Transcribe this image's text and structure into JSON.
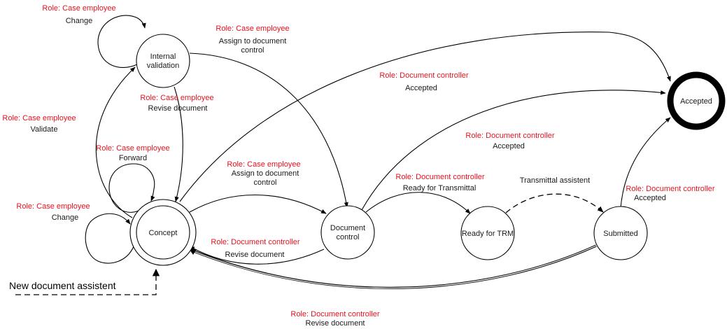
{
  "colors": {
    "role": "#e8121f",
    "text": "#1a1a1a",
    "line": "#000000"
  },
  "nodes": {
    "internal_validation": {
      "line1": "Internal",
      "line2": "validation"
    },
    "concept": {
      "label": "Concept",
      "type": "initial (double circle)"
    },
    "document_control": {
      "line1": "Document",
      "line2": "control"
    },
    "ready_for_trm": {
      "label": "Ready for TRM"
    },
    "submitted": {
      "label": "Submitted"
    },
    "accepted": {
      "label": "Accepted",
      "type": "final (thick circle)"
    }
  },
  "transitions": [
    {
      "id": "iv_change",
      "from": "Internal validation",
      "to": "Internal validation",
      "role": "Role: Case employee",
      "action": "Change"
    },
    {
      "id": "iv_to_dc",
      "from": "Internal validation",
      "to": "Document control",
      "role": "Role: Case employee",
      "action_line1": "Assign to document",
      "action_line2": "control"
    },
    {
      "id": "iv_to_concept",
      "from": "Internal validation",
      "to": "Concept",
      "role": "Role: Case employee",
      "action": "Revise document"
    },
    {
      "id": "concept_to_iv",
      "from": "Concept",
      "to": "Internal validation",
      "role": "Role: Case employee",
      "action": "Validate"
    },
    {
      "id": "concept_forward",
      "from": "Concept",
      "to": "Concept",
      "role": "Role: Case employee",
      "action": "Forward"
    },
    {
      "id": "concept_change",
      "from": "Concept",
      "to": "Concept",
      "role": "Role: Case employee",
      "action": "Change"
    },
    {
      "id": "concept_to_accepted",
      "from": "Concept",
      "to": "Accepted",
      "role": "Role: Document controller",
      "action": "Accepted"
    },
    {
      "id": "concept_to_dc",
      "from": "Concept",
      "to": "Document control",
      "role": "Role: Case employee",
      "action_line1": "Assign to document",
      "action_line2": "control"
    },
    {
      "id": "dc_to_concept",
      "from": "Document control",
      "to": "Concept",
      "role": "Role: Document controller",
      "action": "Revise document"
    },
    {
      "id": "dc_to_accepted",
      "from": "Document control",
      "to": "Accepted",
      "role": "Role: Document controller",
      "action": "Accepted"
    },
    {
      "id": "dc_to_trm",
      "from": "Document control",
      "to": "Ready for TRM",
      "role": "Role: Document controller",
      "action": "Ready for Transmittal"
    },
    {
      "id": "trm_to_submitted",
      "from": "Ready for TRM",
      "to": "Submitted",
      "action": "Transmittal assistent",
      "style": "dashed"
    },
    {
      "id": "submitted_to_accepted",
      "from": "Submitted",
      "to": "Accepted",
      "role": "Role: Document controller",
      "action": "Accepted"
    },
    {
      "id": "submitted_to_concept",
      "from": "Submitted",
      "to": "Concept",
      "role": "Role: Document controller",
      "action": "Revise document"
    }
  ],
  "entry": {
    "label": "New document assistent",
    "to": "Concept",
    "style": "dashed"
  }
}
